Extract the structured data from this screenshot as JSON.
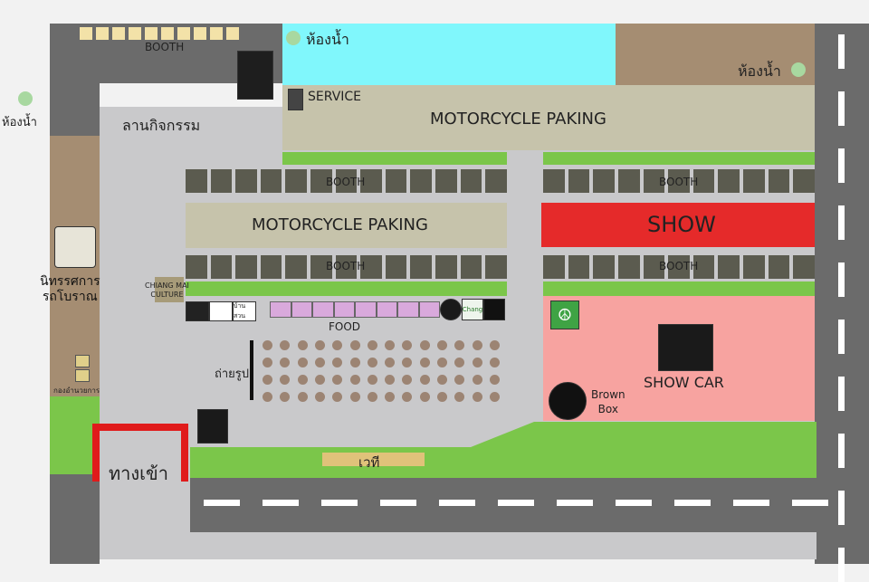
{
  "colors": {
    "road": "#6b6b6b",
    "plaza": "#c9c9cb",
    "grass": "#7bc64a",
    "restroom_area": "#80f7fc",
    "parking_tan": "#c6c3ab",
    "earth": "#a58d72",
    "booth": "#5b5b4f",
    "show": "#e52a2a",
    "show_car": "#f7a3a0",
    "food_stall": "#d9a9dc",
    "stage": "#e0c27a",
    "entrance_frame": "#e01b1b",
    "restroom_dot": "#a8d8a0"
  },
  "labels": {
    "booth_top": "BOOTH",
    "restroom_top": "ห้องน้ำ",
    "restroom_right": "ห้องน้ำ",
    "restroom_left": "ห้องน้ำ",
    "service": "SERVICE",
    "activity_area": "ลานกิจกรรม",
    "parking_top": "MOTORCYCLE PAKING",
    "booth_mid_left": "BOOTH",
    "booth_mid_right": "BOOTH",
    "parking_mid": "MOTORCYCLE PAKING",
    "show": "SHOW",
    "booth_low_left": "BOOTH",
    "booth_low_right": "BOOTH",
    "museum": "นิทรรศการ\nรถโบราณ",
    "chiang_mai_culture": "CHIANG MAI\nCULTURE",
    "food": "FOOD",
    "photo": "ถ่ายรูป",
    "show_car": "SHOW CAR",
    "brown_box": "Brown\nBox",
    "staff": "กองอำนวยการ",
    "stage": "เวที",
    "entrance": "ทางเข้า",
    "sponsor_chang": "Chang",
    "sponsor_banhom": "บ้านสวน"
  },
  "icons": {
    "restroom": "green-dot",
    "sponsor_logos": "logo-badge"
  }
}
